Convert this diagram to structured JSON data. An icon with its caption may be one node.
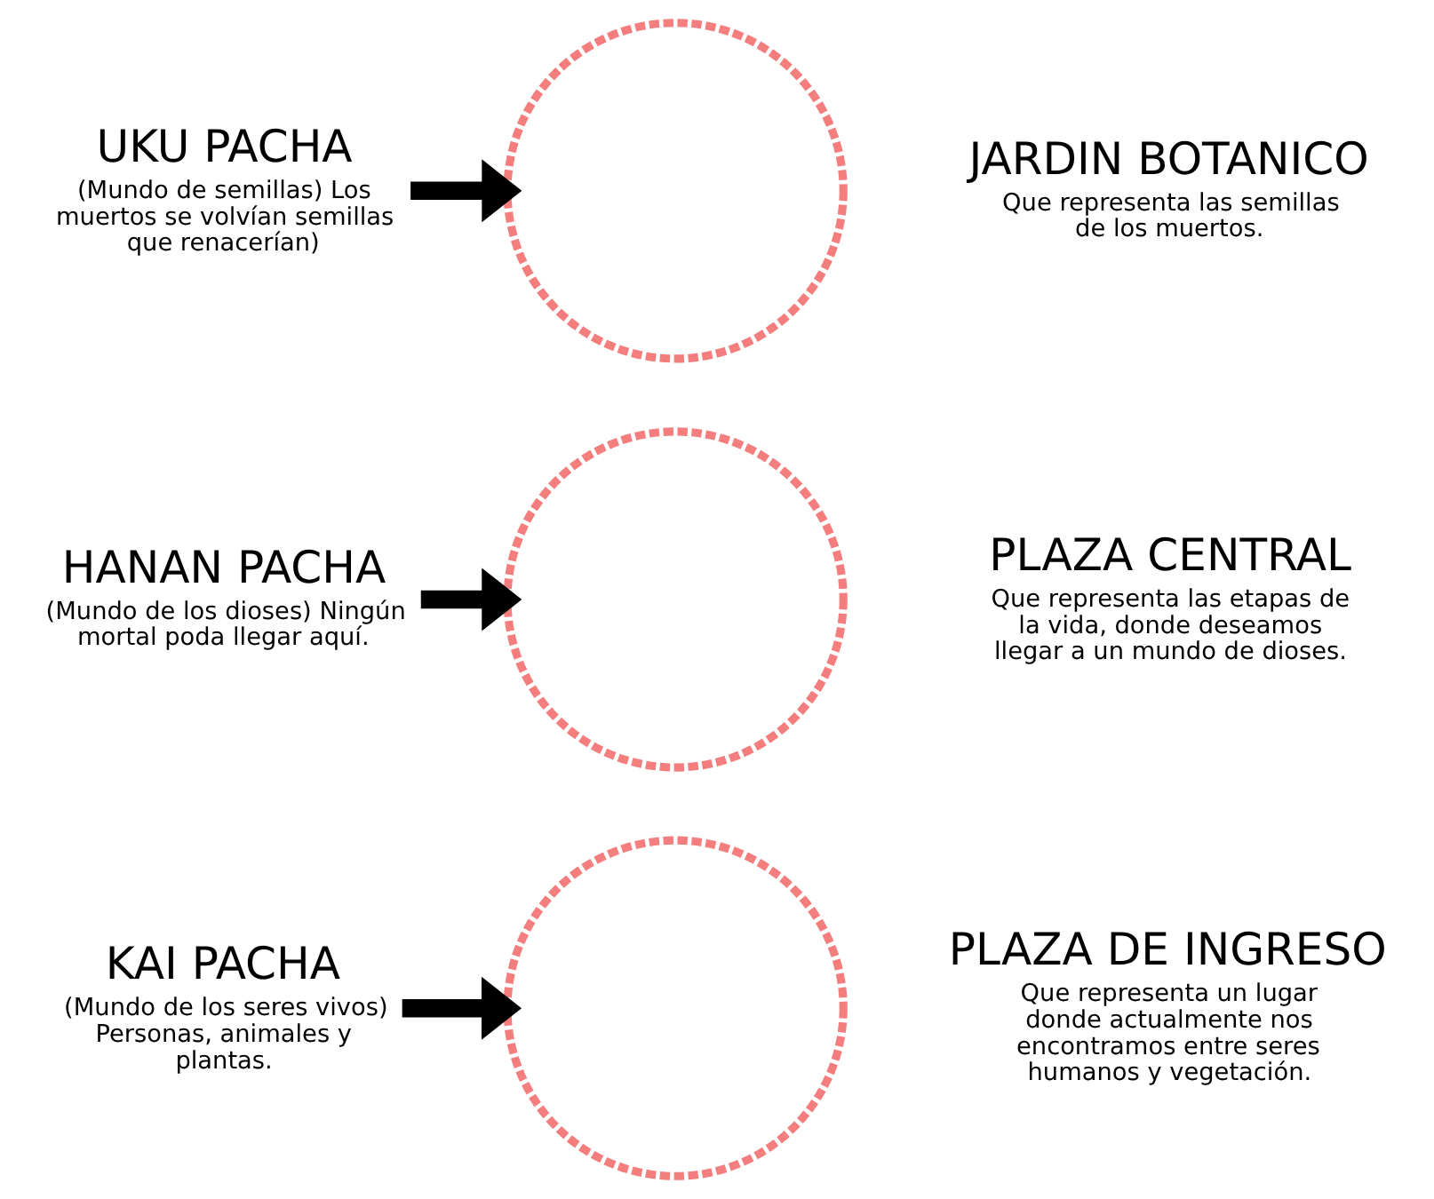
{
  "diagram": {
    "nodes": [
      {
        "text": [
          "UKU PACHA",
          "(Mundo de semillas) Los muertos se volvían semillas que renacerían)"
        ]
      },
      {
        "text": [],
        "shape": "circle"
      },
      {
        "text": [
          "JARDIN BOTANICO",
          "Que representa las semillas de los muertos."
        ]
      },
      {
        "text": [
          "HANAN PACHA",
          "(Mundo de los dioses) Ningún mortal poda llegar aquí."
        ]
      },
      {
        "text": [],
        "shape": "circle"
      },
      {
        "text": [
          "PLAZA CENTRAL",
          "Que representa las etapas de la vida, donde deseamos llegar a un mundo de dioses."
        ]
      },
      {
        "text": [
          "KAI PACHA",
          "(Mundo de los seres vivos) Personas, animales y plantas."
        ]
      },
      {
        "text": [],
        "shape": "circle"
      },
      {
        "text": [
          "PLAZA DE INGRESO",
          "Que representa un lugar donde actualmente nos encontramos entre seres humanos y vegetación."
        ]
      }
    ],
    "edges": [
      {
        "from": 0,
        "to": 1,
        "arrow": "to"
      },
      {
        "from": 3,
        "to": 4,
        "arrow": "to"
      },
      {
        "from": 6,
        "to": 7,
        "arrow": "to"
      }
    ]
  }
}
